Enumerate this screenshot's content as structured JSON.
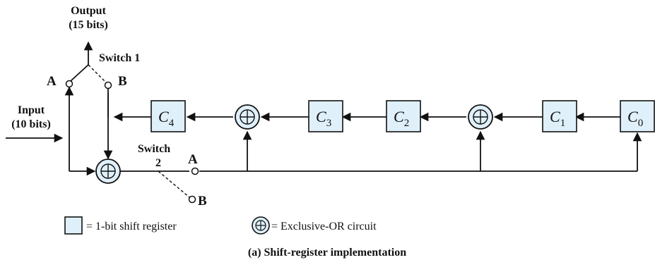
{
  "output_label": {
    "line1": "Output",
    "line2": "(15 bits)"
  },
  "input_label": {
    "line1": "Input",
    "line2": "(10 bits)"
  },
  "switch1": {
    "label": "Switch 1",
    "a": "A",
    "b": "B"
  },
  "switch2": {
    "label_line1": "Switch",
    "label_line2": "2",
    "a": "A",
    "b": "B"
  },
  "registers": [
    {
      "letter": "C",
      "sub": "4"
    },
    {
      "letter": "C",
      "sub": "3"
    },
    {
      "letter": "C",
      "sub": "2"
    },
    {
      "letter": "C",
      "sub": "1"
    },
    {
      "letter": "C",
      "sub": "0"
    }
  ],
  "legend": {
    "register": "= 1-bit shift register",
    "xor": "= Exclusive-OR circuit"
  },
  "caption": "(a) Shift-register implementation",
  "colors": {
    "register_fill": "#dff0fa",
    "xor_fill": "#dff0fa",
    "stroke": "#111111"
  }
}
